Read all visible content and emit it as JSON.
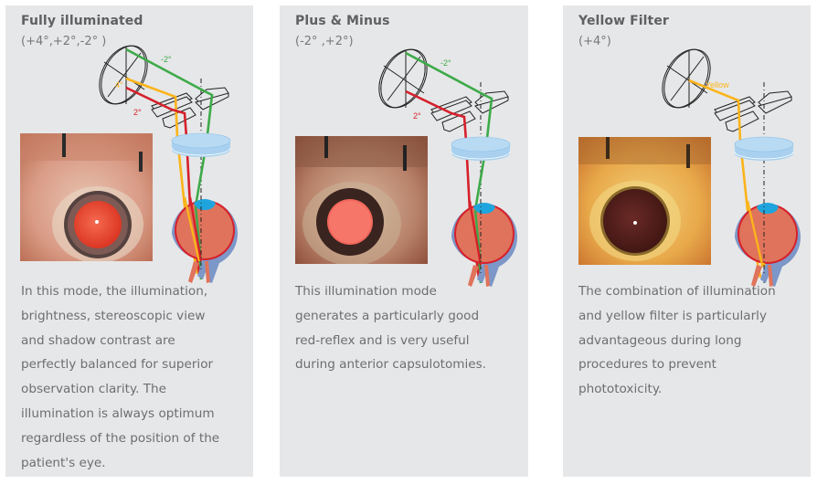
{
  "colors": {
    "panel_bg": "#e6e7e8",
    "title": "#5f6062",
    "body_text": "#6d6e71",
    "ray_green": "#3daa49",
    "ray_yellow": "#fbb41a",
    "ray_red": "#d6202b",
    "lens_blue": "#a9d1ef",
    "eye_fill": "#e0735b",
    "cornea_blue": "#1fa5dd"
  },
  "panels": [
    {
      "title": "Fully illuminated",
      "subtitle": "(+4°,+2°,-2° )",
      "diagram": {
        "icon": "illumination-diagram-icon",
        "labels": {
          "green": "-2°",
          "yellow": "4°",
          "red": "2°"
        }
      },
      "photo": {
        "icon": "eye-photo-red-reflex",
        "alt": "Surgical eye photo with bright red reflex"
      },
      "description": [
        "In this mode, the illumination,",
        "brightness, stereoscopic view",
        "and shadow contrast are",
        "perfectly balanced for superior",
        "observation clarity. The",
        "illumination is always optimum",
        "regardless of the position of the",
        "patient's eye."
      ]
    },
    {
      "title": "Plus & Minus",
      "subtitle": "(-2° ,+2°)",
      "diagram": {
        "icon": "illumination-diagram-icon",
        "labels": {
          "green": "-2°",
          "red": "2°"
        }
      },
      "photo": {
        "icon": "eye-photo-red-reflex",
        "alt": "Surgical eye photo with salmon red reflex"
      },
      "description": [
        "This illumination mode",
        "generates a particularly good",
        "red-reflex and is very useful",
        "during anterior capsulotomies."
      ]
    },
    {
      "title": "Yellow Filter",
      "subtitle": "(+4°)",
      "diagram": {
        "icon": "illumination-diagram-icon",
        "labels": {
          "yellow": "Yellow"
        }
      },
      "photo": {
        "icon": "eye-photo-yellow-filter",
        "alt": "Surgical eye photo under yellow filter"
      },
      "description": [
        "The combination of illumination",
        "and yellow filter is particularly",
        "advantageous during long",
        "procedures to prevent",
        "phototoxicity."
      ]
    }
  ]
}
